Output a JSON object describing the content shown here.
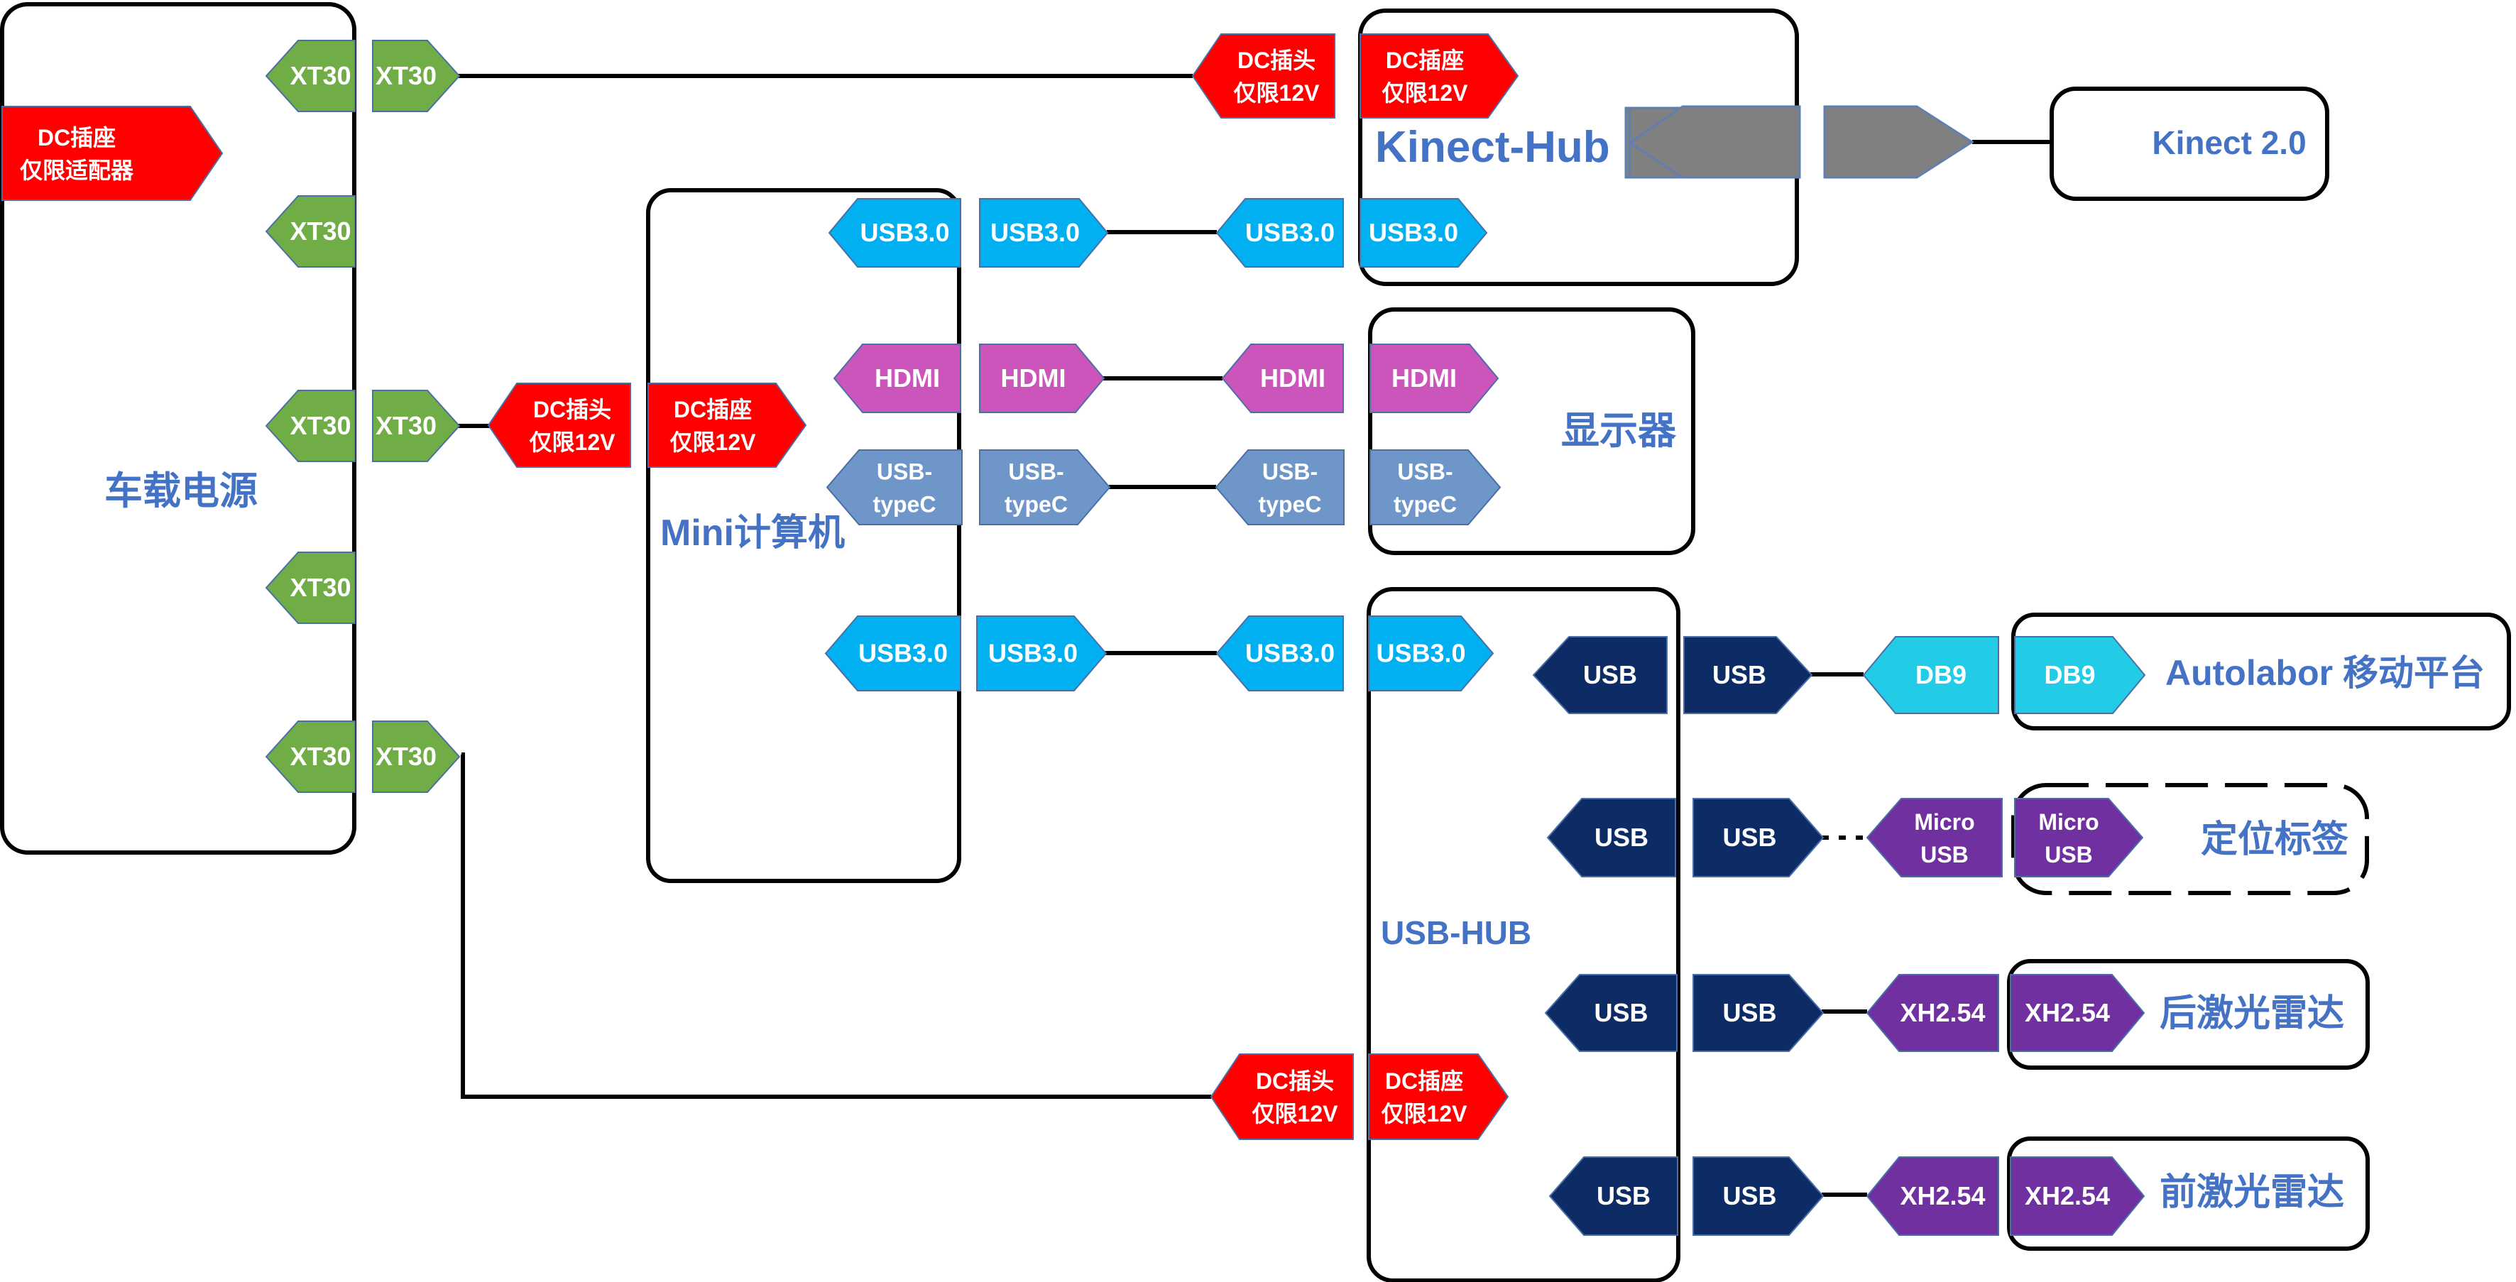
{
  "colors": {
    "xt30": "#70AD47",
    "dc": "#FF0000",
    "usb3": "#00B0F0",
    "hdmi": "#CC55BB",
    "typec": "#6E96C8",
    "usb": "#0D2C66",
    "db9": "#22CCE6",
    "purple": "#7030A0",
    "kinect_plug": "#808080",
    "label": "#4472C4",
    "line": "#000000"
  },
  "boxes": {
    "power": "车载电源",
    "mini_pc": "Mini计算机",
    "kinect_hub": "Kinect-Hub",
    "kinect": "Kinect 2.0",
    "display": "显示器",
    "usb_hub": "USB-HUB",
    "autolabor": "Autolabor 移动平台",
    "locator": "定位标签",
    "rear_lidar": "后激光雷达",
    "front_lidar": "前激光雷达"
  },
  "connectors": {
    "power_dc_in": [
      "DC插座",
      "仅限适配器"
    ],
    "xt30": "XT30",
    "dc_plug": [
      "DC插头",
      "仅限12V"
    ],
    "dc_socket": [
      "DC插座",
      "仅限12V"
    ],
    "usb3": "USB3.0",
    "hdmi": "HDMI",
    "typec": [
      "USB-",
      "typeC"
    ],
    "usb": "USB",
    "db9": "DB9",
    "micro_usb": [
      "Micro",
      "USB"
    ],
    "xh254": "XH2.54"
  }
}
